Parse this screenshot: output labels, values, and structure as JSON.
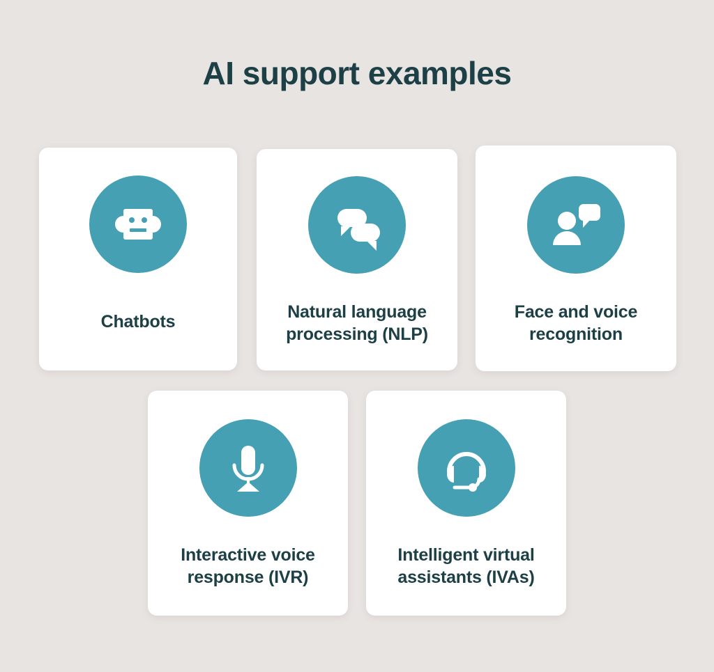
{
  "page": {
    "title": "AI support examples",
    "background_color": "#e8e4e1",
    "accent_color": "#45a0b4",
    "text_color": "#1d4047",
    "card_color": "#ffffff"
  },
  "cards": [
    {
      "id": "chatbots",
      "icon": "robot-icon",
      "label_lines": [
        "Chatbots"
      ],
      "label": "Chatbots"
    },
    {
      "id": "natural-language-processing",
      "icon": "speech-bubbles-icon",
      "label_lines": [
        "Natural language",
        "processing (NLP)"
      ],
      "label": "Natural language processing (NLP)"
    },
    {
      "id": "face-and-voice-recognition",
      "icon": "person-speech-bubble-icon",
      "label_lines": [
        "Face and voice",
        "recognition"
      ],
      "label": "Face and voice recognition"
    },
    {
      "id": "interactive-voice-response",
      "icon": "microphone-icon",
      "label_lines": [
        "Interactive voice",
        "response (IVR)"
      ],
      "label": "Interactive voice response (IVR)"
    },
    {
      "id": "intelligent-virtual-assistants",
      "icon": "headset-icon",
      "label_lines": [
        "Intelligent virtual",
        "assistants (IVAs)"
      ],
      "label": "Intelligent virtual assistants (IVAs)"
    }
  ]
}
